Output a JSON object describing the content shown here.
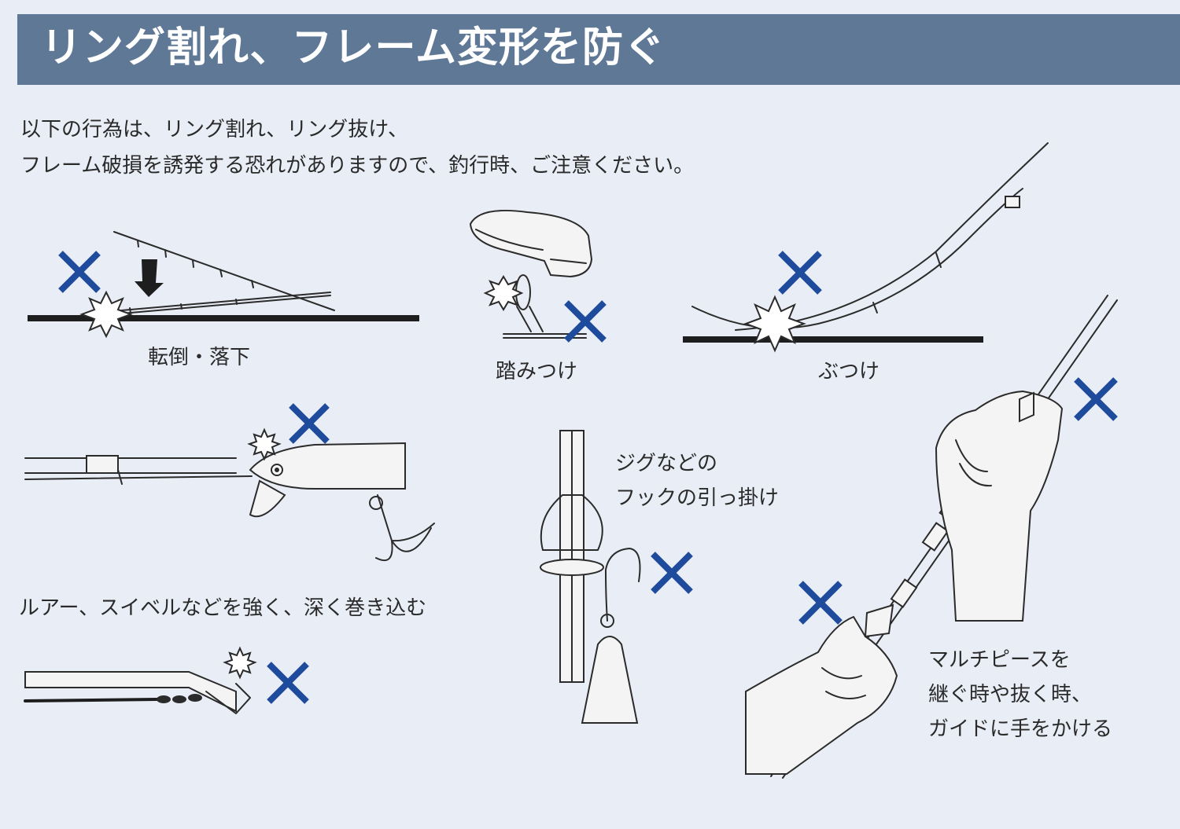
{
  "header": {
    "title": "リング割れ、フレーム変形を防ぐ"
  },
  "intro": {
    "line1": "以下の行為は、リング割れ、リング抜け、",
    "line2": "フレーム破損を誘発する恐れがありますので、釣行時、ご注意ください。"
  },
  "labels": {
    "fall": "転倒・落下",
    "step": "踏みつけ",
    "hit": "ぶつけ",
    "lure": "ルアー、スイベルなどを強く、深く巻き込む",
    "jig_line1": "ジグなどの",
    "jig_line2": "フックの引っ掛け",
    "multi_line1": "マルチピースを",
    "multi_line2": "継ぐ時や抜く時、",
    "multi_line3": "ガイドに手をかける"
  },
  "colors": {
    "header_bg": "#5f7896",
    "page_bg": "#e9edf6",
    "x_mark": "#1f4b9c"
  },
  "icons": [
    "prohibited-x-icon",
    "impact-burst-icon",
    "arrow-down-icon"
  ]
}
